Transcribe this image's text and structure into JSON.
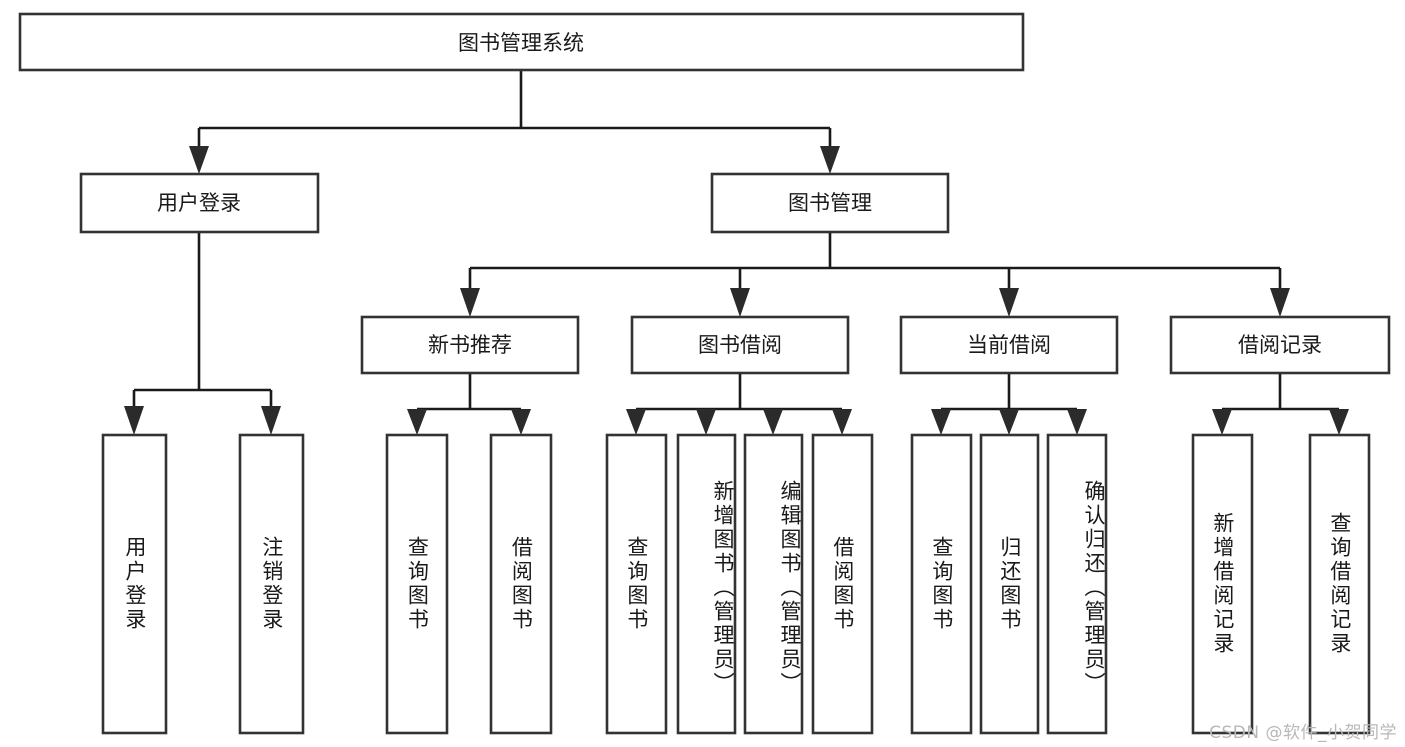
{
  "diagram": {
    "type": "tree",
    "title": "图书管理系统",
    "root": {
      "id": "root",
      "label": "图书管理系统"
    },
    "level2": [
      {
        "id": "user-login",
        "label": "用户登录"
      },
      {
        "id": "book-manage",
        "label": "图书管理"
      }
    ],
    "level3": [
      {
        "id": "new-book-recommend",
        "label": "新书推荐",
        "parent": "book-manage"
      },
      {
        "id": "book-borrow",
        "label": "图书借阅",
        "parent": "book-manage"
      },
      {
        "id": "current-borrow",
        "label": "当前借阅",
        "parent": "book-manage"
      },
      {
        "id": "borrow-record",
        "label": "借阅记录",
        "parent": "book-manage"
      }
    ],
    "leaves": [
      {
        "id": "leaf-user-login",
        "label": "用户登录",
        "parent": "user-login"
      },
      {
        "id": "leaf-logout-login",
        "label": "注销登录",
        "parent": "user-login"
      },
      {
        "id": "leaf-query-book-1",
        "label": "查询图书",
        "parent": "new-book-recommend"
      },
      {
        "id": "leaf-borrow-book-1",
        "label": "借阅图书",
        "parent": "new-book-recommend"
      },
      {
        "id": "leaf-query-book-2",
        "label": "查询图书",
        "parent": "book-borrow"
      },
      {
        "id": "leaf-add-book",
        "label": "新增图书（管理员）",
        "parent": "book-borrow"
      },
      {
        "id": "leaf-edit-book",
        "label": "编辑图书（管理员）",
        "parent": "book-borrow"
      },
      {
        "id": "leaf-borrow-book-2",
        "label": "借阅图书",
        "parent": "book-borrow"
      },
      {
        "id": "leaf-query-book-3",
        "label": "查询图书",
        "parent": "current-borrow"
      },
      {
        "id": "leaf-return-book",
        "label": "归还图书",
        "parent": "current-borrow"
      },
      {
        "id": "leaf-confirm-return",
        "label": "确认归还（管理员）",
        "parent": "current-borrow"
      },
      {
        "id": "leaf-add-record",
        "label": "新增借阅记录",
        "parent": "borrow-record"
      },
      {
        "id": "leaf-query-record",
        "label": "查询借阅记录",
        "parent": "borrow-record"
      }
    ],
    "colors": {
      "box_fill": "#ffffff",
      "box_stroke": "#333333",
      "connector": "#1a1a1a",
      "text": "#1a1a1a",
      "watermark": "#b8b8b8",
      "background": "#ffffff"
    }
  },
  "watermark": {
    "text": "CSDN @软件_小贺同学"
  }
}
